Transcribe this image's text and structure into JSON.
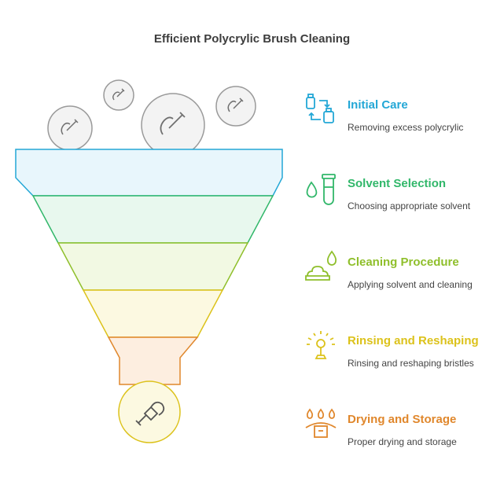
{
  "title": "Efficient Polycrylic Brush Cleaning",
  "steps": [
    {
      "name": "Initial Care",
      "desc": "Removing excess polycrylic",
      "color": "#23a7d6",
      "icon": "bottle-arrows-icon"
    },
    {
      "name": "Solvent Selection",
      "desc": "Choosing appropriate solvent",
      "color": "#31b76a",
      "icon": "drop-test-tube-icon"
    },
    {
      "name": "Cleaning Procedure",
      "desc": "Applying solvent and cleaning",
      "color": "#8fbf2b",
      "icon": "cleaning-foam-drop-icon"
    },
    {
      "name": "Rinsing and Reshaping",
      "desc": "Rinsing and reshaping bristles",
      "color": "#dcc21b",
      "icon": "sprinkler-icon"
    },
    {
      "name": "Drying and Storage",
      "desc": "Proper drying and storage",
      "color": "#e0872c",
      "icon": "drops-box-icon"
    }
  ],
  "funnel": {
    "layers": [
      {
        "fill": "#e8f6fc",
        "stroke": "#23a7d6"
      },
      {
        "fill": "#e8f8ee",
        "stroke": "#31b76a"
      },
      {
        "fill": "#f2f9e3",
        "stroke": "#8fbf2b"
      },
      {
        "fill": "#fcf9e1",
        "stroke": "#dcc21b"
      },
      {
        "fill": "#fdeee0",
        "stroke": "#e0872c"
      }
    ],
    "bubble_icon": "paint-brush-icon",
    "bottom_icon": "brush-icon"
  }
}
